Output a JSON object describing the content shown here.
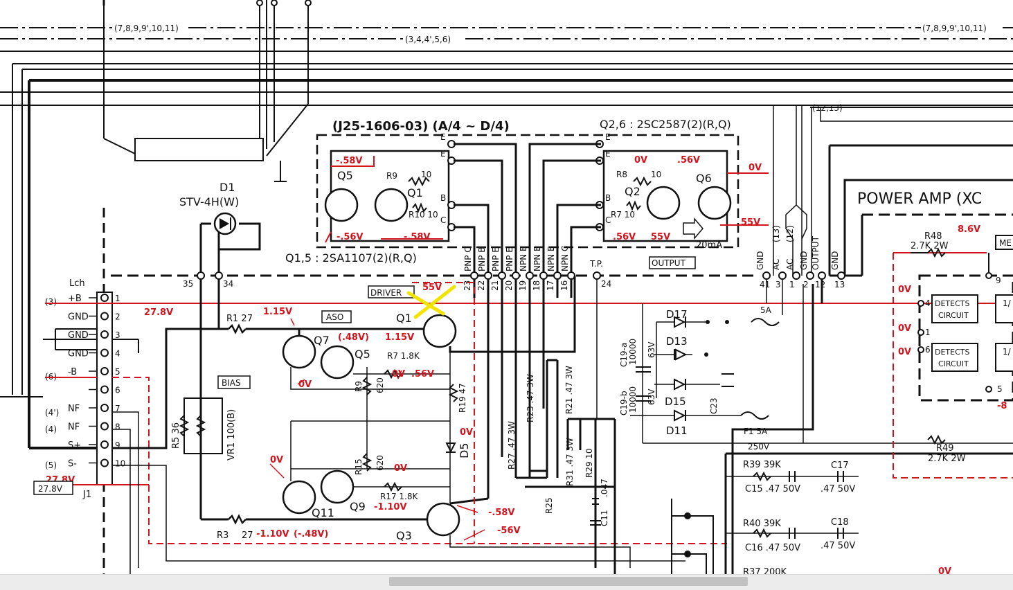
{
  "labels": {
    "bus_left": "(7,8,9,9',10,11)",
    "bus_mid": "(3,4,4',5,6)",
    "bus_right": "(7,8,9,9',10,11)",
    "bus_1213": "(12,13)",
    "board_id": "(J25-1606-03) (A/4 ~ D/4)",
    "q26_type": "Q2,6 : 2SC2587(2)(R,Q)",
    "q15_type": "Q1,5 : 2SA1107(2)(R,Q)",
    "power_amp": "POWER AMP (XC",
    "d1": "D1",
    "d1_type": "STV-4H(W)",
    "driver_box": "DRIVER",
    "aso_box": "ASO",
    "bias_box": "BIAS",
    "output_box": "OUTPUT",
    "lch": "Lch",
    "j1": "J1",
    "tp": "T.P.",
    "detects": "DETECTS",
    "circuit": "CIRCUIT",
    "current_20ma": "20mA",
    "j1_pins": [
      "+B",
      "GND",
      "GND",
      "GND",
      "-B",
      "",
      "NF",
      "NF",
      "S+",
      "S-"
    ],
    "j1_nums": [
      "1",
      "2",
      "3",
      "4",
      "5",
      "6",
      "7",
      "8",
      "9",
      "10"
    ],
    "j1_left": [
      "(3)",
      "(6)",
      "(4')",
      "(4)",
      "(5)"
    ],
    "conn_labels": [
      "PNP C",
      "PNP B",
      "PNP E",
      "PNP E",
      "NPN E",
      "NPN E",
      "NPN B",
      "NPN C"
    ],
    "conn_nums": [
      "23",
      "22",
      "21",
      "20",
      "19",
      "18",
      "17",
      "16"
    ],
    "right_conn_labels": [
      "GND",
      "AC",
      "AC",
      "GND",
      "OUTPUT",
      "GND"
    ],
    "right_conn_sub": [
      "",
      "(13)",
      "(12)",
      "",
      "",
      ""
    ],
    "right_conn_nums": [
      "41",
      "3",
      "1",
      "2",
      "12",
      "13"
    ],
    "pin35": "35",
    "pin34": "34",
    "pin24": "24",
    "q1": "Q1",
    "q2": "Q2",
    "q3": "Q3",
    "q5": "Q5",
    "q6": "Q6",
    "q7": "Q7",
    "q9": "Q9",
    "q11": "Q11",
    "bq1": "Q1",
    "bq2": "Q2",
    "bq5": "Q5",
    "bq6": "Q6",
    "b_r9": "R9",
    "b_r9v": "10",
    "b_r10": "R10 10",
    "b_r8": "R8",
    "b_r8v": "10",
    "b_r7": "R7 10",
    "pin_e": "E",
    "pin_b": "B",
    "pin_c": "C",
    "r1": "R1 27",
    "r3": "R3",
    "r3v": "27",
    "r5": "R5 36",
    "vr1": "VR1 100(B)",
    "r7": "R7 1.8K",
    "r9": "R9",
    "r9v": "620",
    "r15": "R15",
    "r15v": "620",
    "r17": "R17 1.8K",
    "r19": "R19 47",
    "r21": "R21 .47 3W",
    "r23": "R23 .47 3W",
    "r25": "R25",
    "r27": "R27 .47 3W",
    "r29": "R29 10",
    "r31": "R31 .47 3W",
    "c11": "C11",
    "c11v": ".047",
    "d5": "D5",
    "d17": "D17",
    "d13": "D13",
    "d15": "D15",
    "d11": "D11",
    "c19a": "C19-a",
    "c19av": "10000",
    "c19a_v": "63V",
    "c19b": "C19-b",
    "c19bv": "10000",
    "c19b_v": "63V",
    "c23": "C23",
    "f1": "F1 5A",
    "f1v": "250V",
    "f5a": "5A",
    "r39": "R39 39K",
    "c15": "C15 .47 50V",
    "c17": "C17",
    "c17v": ".47 50V",
    "r40": "R40 39K",
    "c16": "C16 .47 50V",
    "c18": "C18",
    "c18v": ".47 50V",
    "r37": "R37 200K",
    "r48": "R48",
    "r48v": "2.7K 2W",
    "r49": "R49",
    "r49v": "2.7K 2W",
    "me": "ME",
    "i1": "1/",
    "i2": "1/",
    "p4": "4",
    "p1": "1",
    "p6": "6",
    "p9": "9",
    "p5": "5"
  },
  "voltages": {
    "v_b_q5": "-.58V",
    "v_b_q1": "-.56V",
    "v_b_q1c": "-.58V",
    "v_b_q2": "0V",
    "v_b_q6": ".56V",
    "v_b_out": "0V",
    "v_b_55": "55V",
    "v_b_c56": ".56V",
    "v_b_c55": "55V",
    "v_plusb": "27.8V",
    "v_r1": "1.15V",
    "v_driver": "55V",
    "v_q7b": "(.48V)",
    "v_q1b": "1.15V",
    "v_0a": "0V",
    "v_0b": "0V",
    "v_56a": ".56V",
    "v_0c": "0V",
    "v_0d": "0V",
    "v_0e": "0V",
    "v_q9": "-1.10V",
    "v_58": "-.58V",
    "v_56": "-56V",
    "v_r3": "-1.10V",
    "v_r3b": "(-.48V)",
    "v_s": "27.8V",
    "v_278box": "27.8V",
    "v_r48": "8.6V",
    "v_ov1": "0V",
    "v_ov2": "0V",
    "v_ov3": "0V",
    "v_minus8": "-8",
    "v_bottom": "0V"
  },
  "annotation": {
    "mark": "yellow-cross-marker",
    "color": "#f2e400"
  },
  "colors": {
    "ink": "#111111",
    "voltage": "#d4141c",
    "marker": "#f2e400"
  },
  "viewer": {
    "scrollbar": "horizontal-scrollbar"
  }
}
